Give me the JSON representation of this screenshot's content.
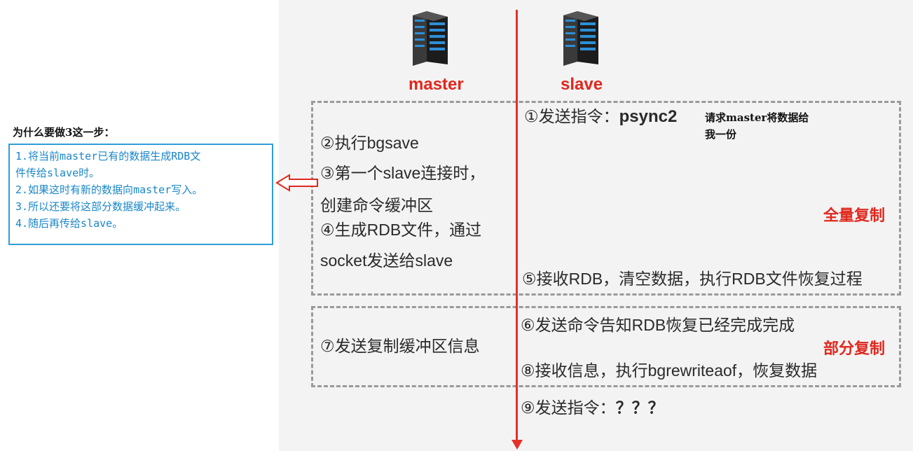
{
  "roles": {
    "master": "master",
    "slave": "slave"
  },
  "full_box": {
    "label": "全量复制",
    "left_lines": [
      "②执行bgsave",
      "③第一个slave连接时，",
      "创建命令缓冲区",
      "④生成RDB文件，通过",
      "socket发送给slave"
    ],
    "step1_prefix": "①发送指令：",
    "step1_cmd": "psync2",
    "step1_note_line1": "请求master将数据给",
    "step1_note_line2": "我一份",
    "step5": "⑤接收RDB，清空数据，执行RDB文件恢复过程"
  },
  "partial_box": {
    "label": "部分复制",
    "left_line": "⑦发送复制缓冲区信息",
    "step6": "⑥发送命令告知RDB恢复已经完成完成",
    "step8": "⑧接收信息，执行bgrewriteaof，恢复数据"
  },
  "step9_prefix": "⑨发送指令：",
  "step9_value": "？？？",
  "question": {
    "title": "为什么要做3这一步：",
    "lines": [
      "1.将当前master已有的数据生成RDB文",
      "件传给slave时。",
      "2.如果这时有新的数据向master写入。",
      "3.所以还要将这部分数据缓冲起来。",
      "4.随后再传给slave。"
    ]
  },
  "colors": {
    "accent_red": "#e0281e",
    "line_red": "#e53028",
    "note_blue": "#2f9ed8",
    "dash_gray": "#9a9a9a"
  },
  "icons": {
    "server": "server-rack-icon"
  }
}
